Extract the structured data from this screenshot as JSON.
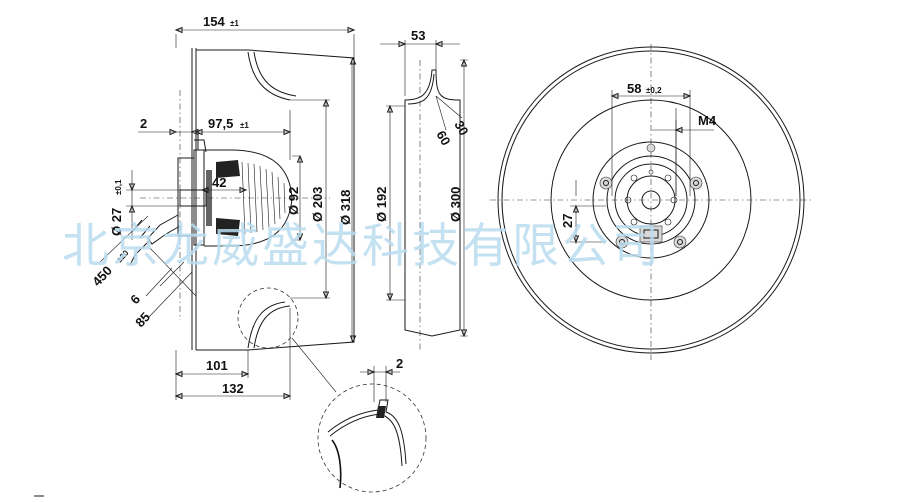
{
  "dimensions": {
    "d154": {
      "value": "154",
      "tol": "±1"
    },
    "d97_5": {
      "value": "97,5",
      "tol": "±1"
    },
    "d2_left": {
      "value": "2"
    },
    "d42": {
      "value": "42"
    },
    "d27_dia": {
      "value": "Ø 27",
      "tol": "±0,1"
    },
    "d450": {
      "value": "450",
      "tol": "±20"
    },
    "d6": {
      "value": "6"
    },
    "d85": {
      "value": "85"
    },
    "d92": {
      "value": "Ø 92"
    },
    "d203": {
      "value": "Ø 203"
    },
    "d318": {
      "value": "Ø 318"
    },
    "d101": {
      "value": "101"
    },
    "d132": {
      "value": "132"
    },
    "d53": {
      "value": "53"
    },
    "d30": {
      "value": "30"
    },
    "d60": {
      "value": "60"
    },
    "d192": {
      "value": "Ø 192"
    },
    "d300": {
      "value": "Ø 300"
    },
    "d2_detail": {
      "value": "2"
    },
    "d58": {
      "value": "58",
      "tol": "±0,2"
    },
    "dM4": {
      "value": "M4"
    },
    "d27": {
      "value": "27"
    }
  },
  "watermark": "北京龙威盛达科技有限公司",
  "colors": {
    "line": "#1a1a1a",
    "watermark": "#b9dcef",
    "background": "#ffffff"
  }
}
